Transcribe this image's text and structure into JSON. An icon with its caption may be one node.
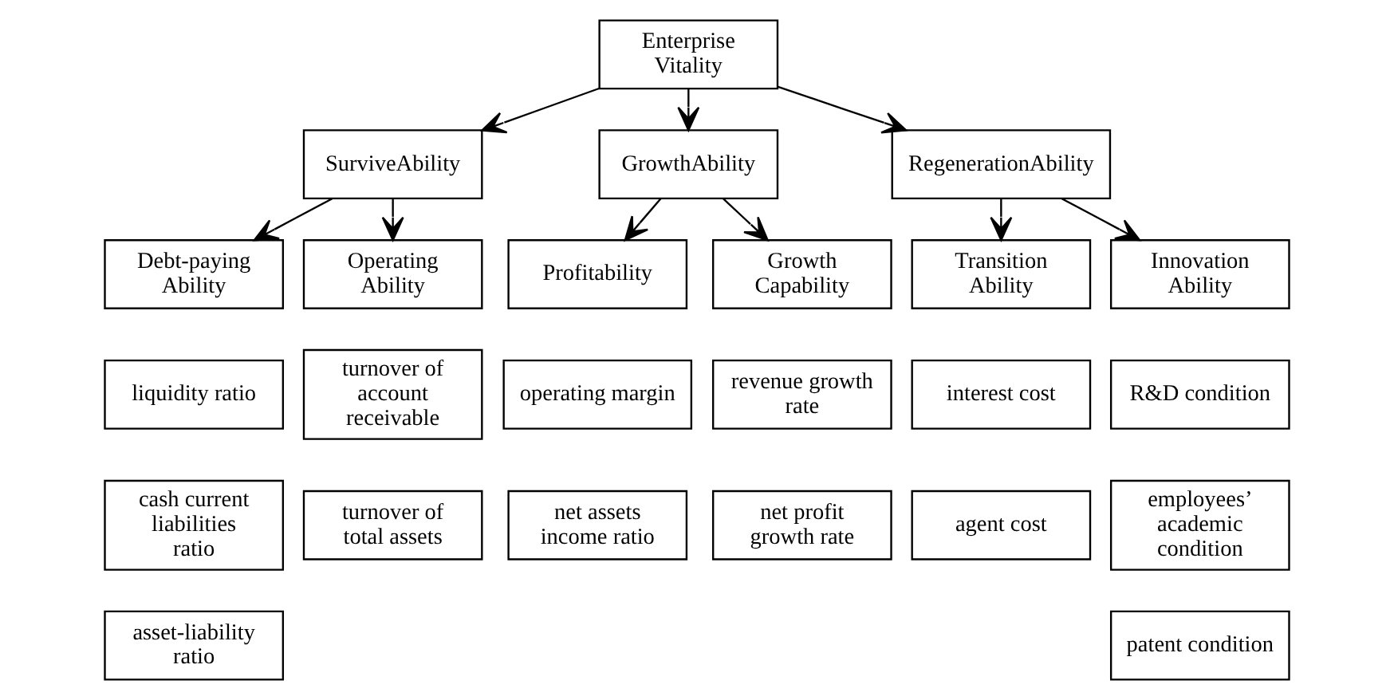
{
  "diagram": {
    "nodes": [
      {
        "text": [
          "Enterprise Vitality"
        ]
      },
      {
        "text": [
          "SurviveAbility"
        ]
      },
      {
        "text": [
          "GrowthAbility"
        ]
      },
      {
        "text": [
          "RegenerationAbility"
        ]
      },
      {
        "text": [
          "Debt-paying Ability"
        ]
      },
      {
        "text": [
          "Operating Ability"
        ]
      },
      {
        "text": [
          "Profitability"
        ]
      },
      {
        "text": [
          "Growth Capability"
        ]
      },
      {
        "text": [
          "Transition Ability"
        ]
      },
      {
        "text": [
          "Innovation Ability"
        ]
      },
      {
        "text": [
          "liquidity ratio"
        ]
      },
      {
        "text": [
          "cash current liabilities ratio"
        ]
      },
      {
        "text": [
          "asset-liability ratio"
        ]
      },
      {
        "text": [
          "turnover of account receivable"
        ]
      },
      {
        "text": [
          "turnover of total assets"
        ]
      },
      {
        "text": [
          "operating margin"
        ]
      },
      {
        "text": [
          "net assets income ratio"
        ]
      },
      {
        "text": [
          "revenue growth rate"
        ]
      },
      {
        "text": [
          "net profit growth rate"
        ]
      },
      {
        "text": [
          "interest cost"
        ]
      },
      {
        "text": [
          "agent cost"
        ]
      },
      {
        "text": [
          "R&D condition"
        ]
      },
      {
        "text": [
          "employees’ academic condition"
        ]
      },
      {
        "text": [
          "patent condition"
        ]
      }
    ],
    "edges": [
      {
        "from": 0,
        "to": 1,
        "arrow": "to"
      },
      {
        "from": 0,
        "to": 2,
        "arrow": "to"
      },
      {
        "from": 0,
        "to": 3,
        "arrow": "to"
      },
      {
        "from": 1,
        "to": 4,
        "arrow": "to"
      },
      {
        "from": 1,
        "to": 5,
        "arrow": "to"
      },
      {
        "from": 2,
        "to": 6,
        "arrow": "to"
      },
      {
        "from": 2,
        "to": 7,
        "arrow": "to"
      },
      {
        "from": 3,
        "to": 8,
        "arrow": "to"
      },
      {
        "from": 3,
        "to": 9,
        "arrow": "to"
      }
    ]
  }
}
